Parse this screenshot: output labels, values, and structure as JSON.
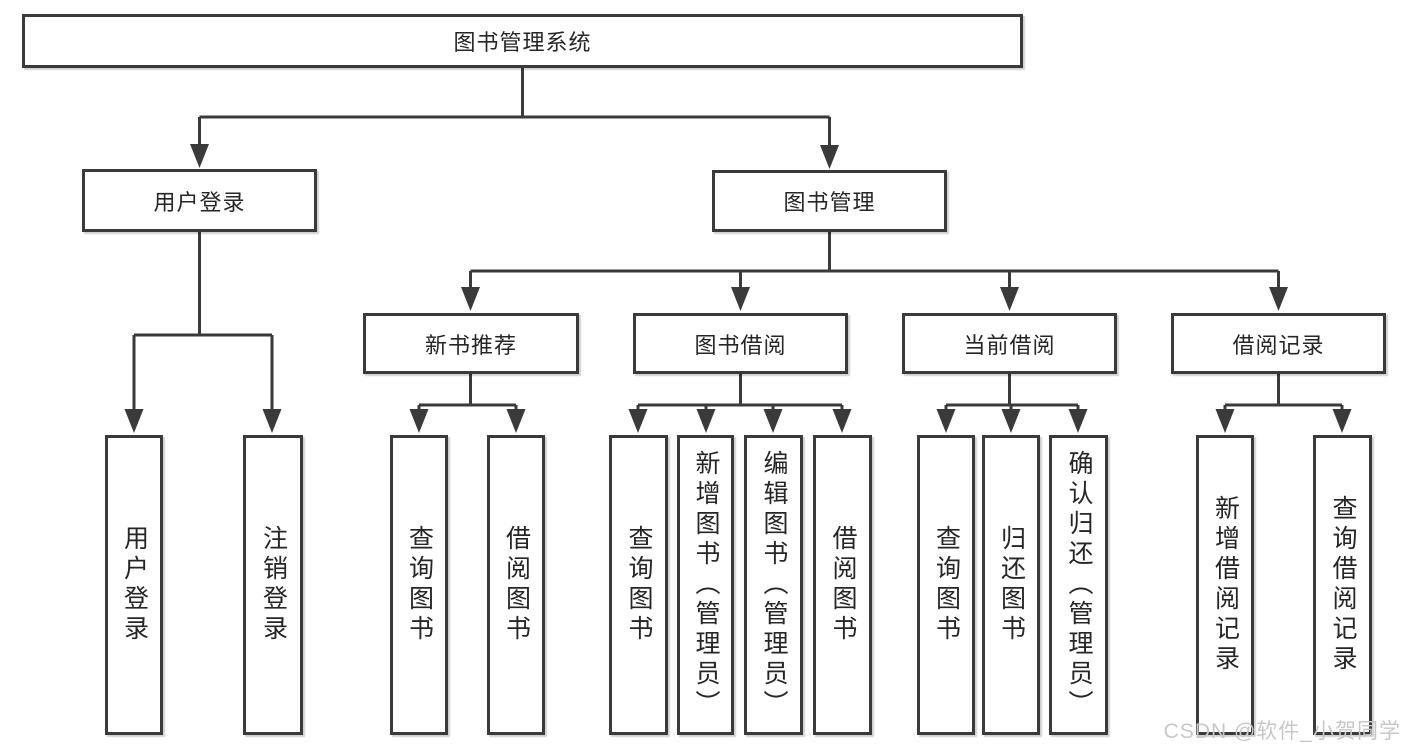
{
  "diagram_type": "hierarchy-tree",
  "watermark": {
    "text": "CSDN @软件_小贺同学"
  },
  "colors": {
    "line": "#3a3a3a",
    "box_border": "#3a3a3a",
    "box_fill": "#ffffff",
    "text": "#262626",
    "watermark": "#c8c8c8"
  },
  "tree": {
    "label": "图书管理系统",
    "children": [
      {
        "label": "用户登录",
        "children": [
          {
            "label": "用户登录"
          },
          {
            "label": "注销登录"
          }
        ]
      },
      {
        "label": "图书管理",
        "children": [
          {
            "label": "新书推荐",
            "children": [
              {
                "label": "查询图书"
              },
              {
                "label": "借阅图书"
              }
            ]
          },
          {
            "label": "图书借阅",
            "children": [
              {
                "label": "查询图书"
              },
              {
                "label": "新增图书（管理员）"
              },
              {
                "label": "编辑图书（管理员）"
              },
              {
                "label": "借阅图书"
              }
            ]
          },
          {
            "label": "当前借阅",
            "children": [
              {
                "label": "查询图书"
              },
              {
                "label": "归还图书"
              },
              {
                "label": "确认归还（管理员）"
              }
            ]
          },
          {
            "label": "借阅记录",
            "children": [
              {
                "label": "新增借阅记录"
              },
              {
                "label": "查询借阅记录"
              }
            ]
          }
        ]
      }
    ]
  }
}
